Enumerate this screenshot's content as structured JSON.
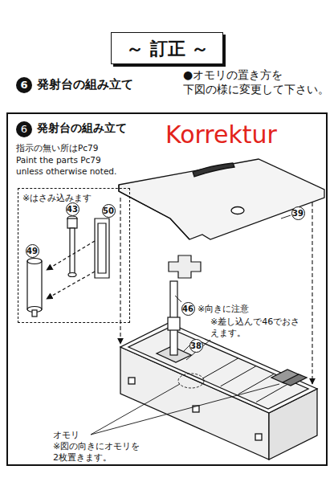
{
  "diagram": {
    "nodes": [
      {
        "text": [
          "～ 訂正 ～"
        ]
      },
      {
        "text": [
          "6",
          "発射台の組み立て"
        ]
      },
      {
        "text": [
          "※はさみ込みます"
        ],
        "in": 1
      }
    ],
    "labels": [
      "6",
      "発射台の組み立て",
      "●オモリの置き方を 下図の様に変更して下さい。",
      "Korrektur",
      "指示の無い所はPc79",
      "Paint the parts Pc79 unless otherwise noted.",
      "43",
      "50",
      "49",
      "39",
      "46",
      "※向きに注意",
      "※差し込んで46でおさえます。",
      "38",
      "オモリ",
      "※図の向きにオモリを 2枚置きます。"
    ]
  }
}
